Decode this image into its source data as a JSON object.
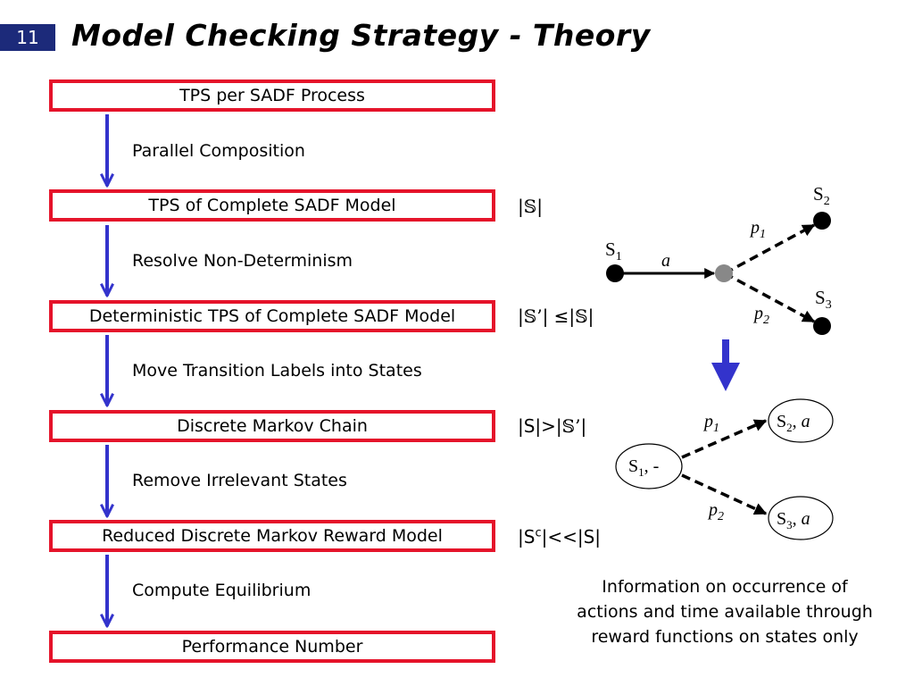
{
  "slide": {
    "number": "11",
    "title": "Model Checking Strategy - Theory"
  },
  "flow": {
    "boxes": [
      "TPS per SADF Process",
      "TPS of Complete SADF Model",
      "Deterministic TPS of Complete SADF Model",
      "Discrete Markov Chain",
      "Reduced Discrete Markov Reward Model",
      "Performance Number"
    ],
    "steps": [
      "Parallel Composition",
      "Resolve Non-Determinism",
      "Move Transition Labels into States",
      "Remove Irrelevant States",
      "Compute Equilibrium"
    ],
    "colors": {
      "box_border": "#e5132a",
      "arrow": "#3333cc",
      "slide_number_bg": "#1c2a7a"
    }
  },
  "cardinality": {
    "c1": {
      "a": "|",
      "b": "𝕊",
      "c": "|"
    },
    "c2": {
      "a": "|",
      "b": "𝕊’",
      "c": "| ≤|",
      "d": "𝕊",
      "e": "|"
    },
    "c3": {
      "a": "|S|>|",
      "b": "𝕊’",
      "c": "|"
    },
    "c4": {
      "a": "|S",
      "sup": "c",
      "b": "|<<|S|"
    }
  },
  "tps_graph": {
    "s1": {
      "base": "S",
      "sub": "1"
    },
    "s2": {
      "base": "S",
      "sub": "2"
    },
    "s3": {
      "base": "S",
      "sub": "3"
    },
    "action": "a",
    "p1": {
      "base": "p",
      "sub": "1"
    },
    "p2": {
      "base": "p",
      "sub": "2"
    }
  },
  "markov_graph": {
    "n1": {
      "base": "S",
      "sub": "1",
      "rest": ", -"
    },
    "n2": {
      "base": "S",
      "sub": "2",
      "rest": ", ",
      "label": "a"
    },
    "n3": {
      "base": "S",
      "sub": "3",
      "rest": ", ",
      "label": "a"
    },
    "p1": {
      "base": "p",
      "sub": "1"
    },
    "p2": {
      "base": "p",
      "sub": "2"
    }
  },
  "info_lines": [
    "Information on occurrence of",
    "actions and time available through",
    "reward functions on states only"
  ]
}
